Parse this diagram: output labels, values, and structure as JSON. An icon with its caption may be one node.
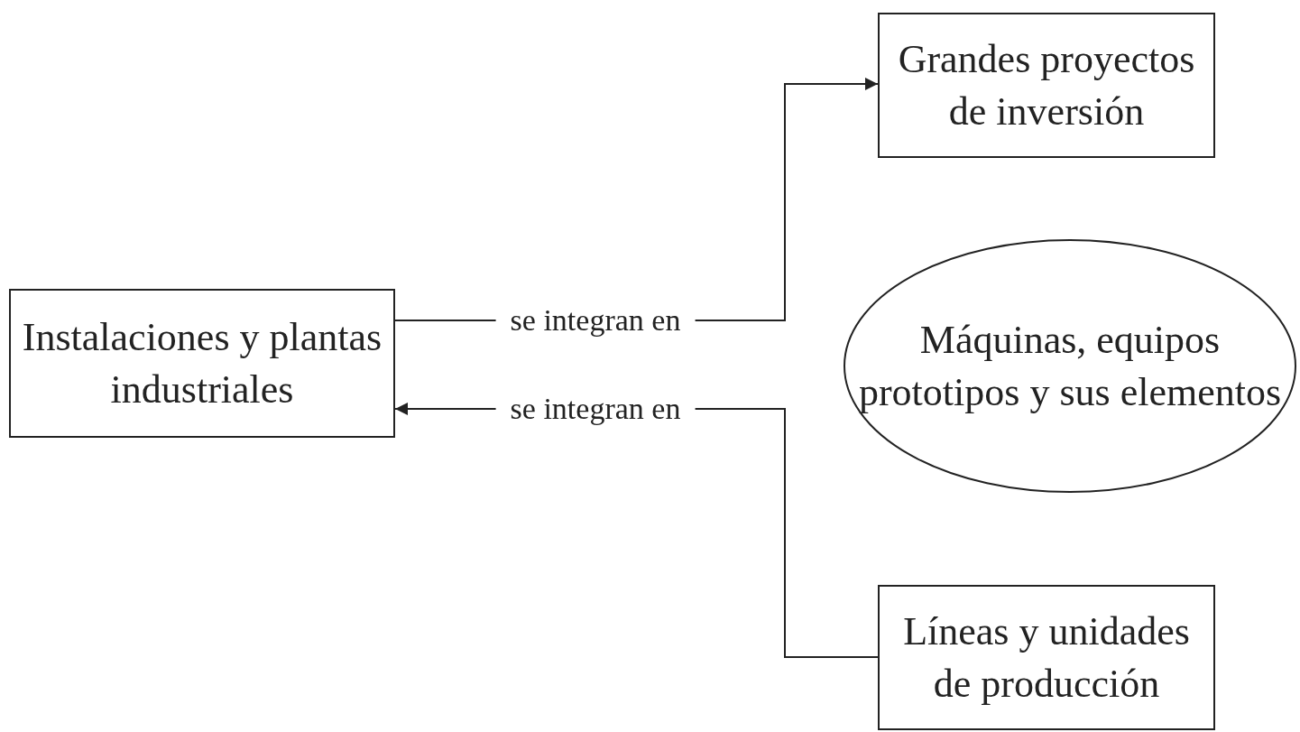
{
  "diagram": {
    "nodes": [
      {
        "text": [
          "Instalaciones y plantas industriales"
        ]
      },
      {
        "text": [
          "Grandes proyectos de inversión"
        ]
      },
      {
        "text": [
          "Máquinas, equipos prototipos y sus elementos"
        ]
      },
      {
        "text": [
          "Líneas y unidades de producción"
        ]
      }
    ],
    "edges": [
      {
        "from": 0,
        "to": 1,
        "arrow": "to",
        "label": "se integran en"
      },
      {
        "from": 3,
        "to": 0,
        "arrow": "to",
        "label": "se integran en"
      }
    ]
  }
}
